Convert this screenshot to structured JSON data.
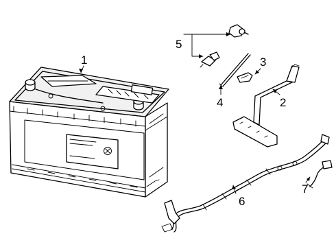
{
  "diagram": {
    "callouts": [
      {
        "id": "battery",
        "label": "1"
      },
      {
        "id": "hold-down-bracket",
        "label": "2"
      },
      {
        "id": "clip",
        "label": "3"
      },
      {
        "id": "rod",
        "label": "4"
      },
      {
        "id": "sensors",
        "label": "5"
      },
      {
        "id": "cable-harness",
        "label": "6"
      },
      {
        "id": "connector-lead",
        "label": "7"
      }
    ],
    "line_color": "#000000",
    "background": "#ffffff"
  }
}
